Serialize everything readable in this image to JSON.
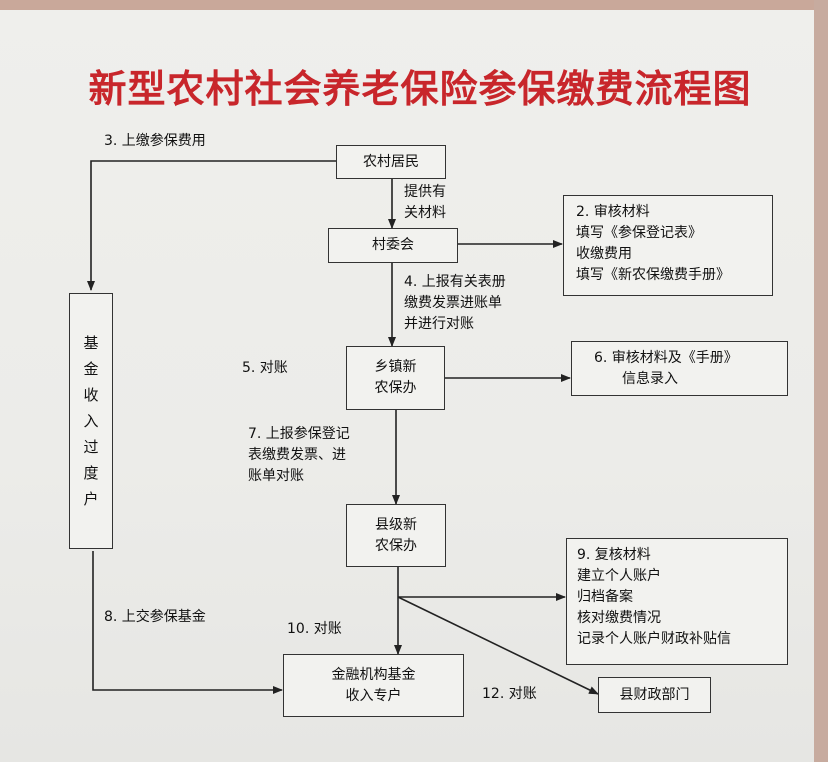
{
  "title": "新型农村社会养老保险参保缴费流程图",
  "nodes": {
    "villager": "农村居民",
    "village_committee": "村委会",
    "township_office": [
      "乡镇新",
      "农保办"
    ],
    "county_office": [
      "县级新",
      "农保办"
    ],
    "fund_account": [
      "金融机构基金",
      "收入专户"
    ],
    "transit_account": [
      "基",
      "金",
      "收",
      "入",
      "过",
      "度",
      "户"
    ],
    "county_finance": "县财政部门"
  },
  "step_boxes": {
    "step2": [
      "2. 审核材料",
      "填写《参保登记表》",
      "收缴费用",
      "填写《新农保缴费手册》"
    ],
    "step6": [
      "6. 审核材料及《手册》",
      "信息录入"
    ],
    "step9": [
      "9. 复核材料",
      "建立个人账户",
      "归档备案",
      "核对缴费情况",
      "记录个人账户财政补贴信"
    ]
  },
  "edge_labels": {
    "provide_materials": [
      "提供有",
      "关材料"
    ],
    "step3": "3. 上缴参保费用",
    "step4": [
      "4. 上报有关表册",
      "缴费发票进账单",
      "并进行对账"
    ],
    "step5": "5. 对账",
    "step7": [
      "7. 上报参保登记",
      "表缴费发票、进",
      "账单对账"
    ],
    "step8": "8. 上交参保基金",
    "step10": "10. 对账",
    "step12": "12. 对账"
  }
}
